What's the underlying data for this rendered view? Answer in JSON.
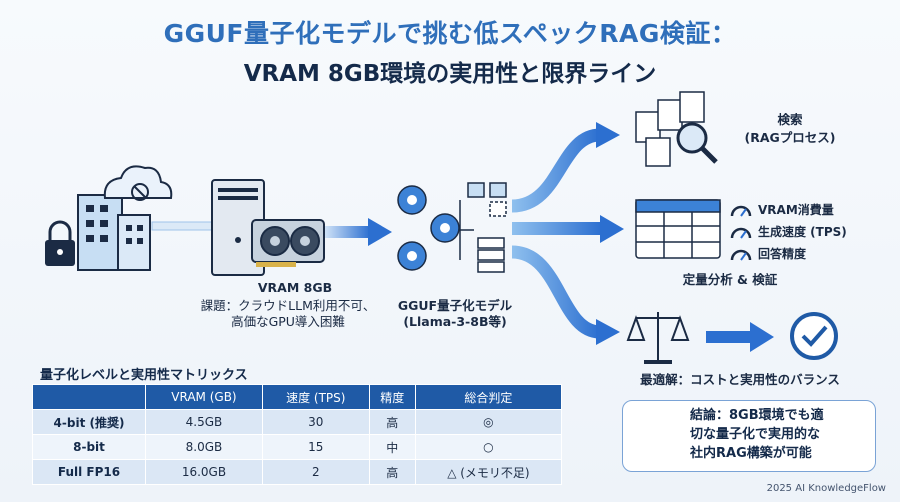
{
  "title": {
    "line1": "GGUF量子化モデルで挑む低スペックRAG検証：",
    "line2": "VRAM 8GB環境の実用性と限界ライン"
  },
  "hardware": {
    "label": "VRAM 8GB",
    "issue_line1": "課題：クラウドLLM利用不可、",
    "issue_line2": "高価なGPU導入困難"
  },
  "model": {
    "line1": "GGUF量子化モデル",
    "line2": "(Llama-3-8B等)"
  },
  "search": {
    "line1": "検索",
    "line2": "(RAGプロセス)"
  },
  "analysis": {
    "stats": [
      "VRAM消費量",
      "生成速度 (TPS)",
      "回答精度"
    ],
    "label": "定量分析 & 検証"
  },
  "optimal": {
    "label": "最適解：コストと実用性のバランス"
  },
  "matrix": {
    "title": "量子化レベルと実用性マトリックス",
    "headers": [
      "",
      "VRAM (GB)",
      "速度 (TPS)",
      "精度",
      "総合判定"
    ],
    "rows": [
      [
        "4-bit (推奨)",
        "4.5GB",
        "30",
        "高",
        "◎"
      ],
      [
        "8-bit",
        "8.0GB",
        "15",
        "中",
        "○"
      ],
      [
        "Full FP16",
        "16.0GB",
        "2",
        "高",
        "△ (メモリ不足)"
      ]
    ]
  },
  "conclusion": {
    "line1": "結論：8GB環境でも適",
    "line2": "切な量子化で実用的な",
    "line3": "社内RAG構築が可能"
  },
  "footer": "2025 AI KnowledgeFlow",
  "colors": {
    "title_blue": "#2f6fba",
    "arrow_blue": "#2c6fd0",
    "table_header": "#1f5aa6",
    "dark_text": "#142a4a"
  }
}
